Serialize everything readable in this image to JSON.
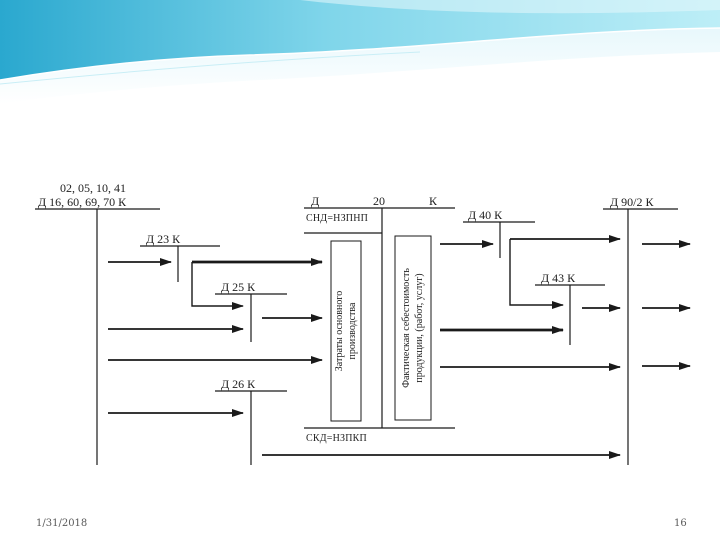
{
  "accounts": {
    "a02": {
      "line1": "02, 05, 10, 41",
      "line2": "Д   16, 60, 69, 70    К"
    },
    "a20": {
      "debit": "Д",
      "number": "20",
      "credit": "К"
    },
    "a23": {
      "label": "Д    23    К"
    },
    "a25": {
      "label": "Д    25    К"
    },
    "a26": {
      "label": "Д    26    К"
    },
    "a40": {
      "label": "Д    40    К"
    },
    "a43": {
      "label": "Д    43    К"
    },
    "a90": {
      "label": "Д   90/2   К"
    }
  },
  "notes": {
    "opening_balance": "СНД=НЗПНП",
    "closing_balance": "СКД=НЗПКП",
    "production_costs_1": "Затраты основного",
    "production_costs_2": "производства",
    "actual_cost_1": "Фактическая себестоимость",
    "actual_cost_2": "продукции, (работ, услуг)"
  },
  "footer": {
    "date": "1/31/2018",
    "page": "16"
  },
  "colors": {
    "banner_light": "#e6f7fb",
    "banner_mid": "#9ee0ef",
    "banner_dark": "#2aa8cf",
    "line": "#1a1a1a"
  }
}
